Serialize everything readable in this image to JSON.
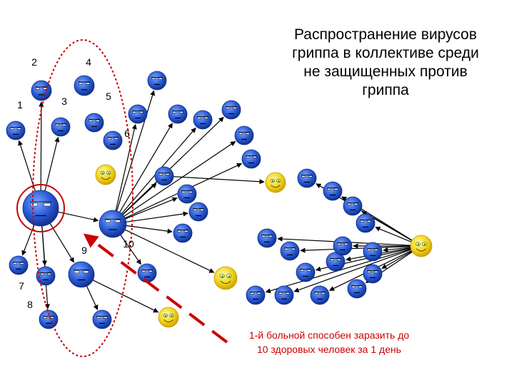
{
  "title": "Распространение вирусов гриппа в коллективе среди не защищенных против гриппа",
  "caption": {
    "line1": "1-й больной способен заразить до",
    "line2": "10  здоровых человек за 1 день"
  },
  "labels": [
    "2",
    "4",
    "1",
    "3",
    "5",
    "6",
    "9",
    "10",
    "7",
    "8"
  ],
  "colors": {
    "infected_face": "#2a5bd7",
    "infected_face_dark": "#0c2a80",
    "healthy_face": "#f2d61a",
    "healthy_face_dark": "#c89a00",
    "arrow": "#000000",
    "highlight": "#cc0000",
    "caption": "#cc0000"
  },
  "icons": [
    "infected-person-icon",
    "healthy-person-icon"
  ]
}
